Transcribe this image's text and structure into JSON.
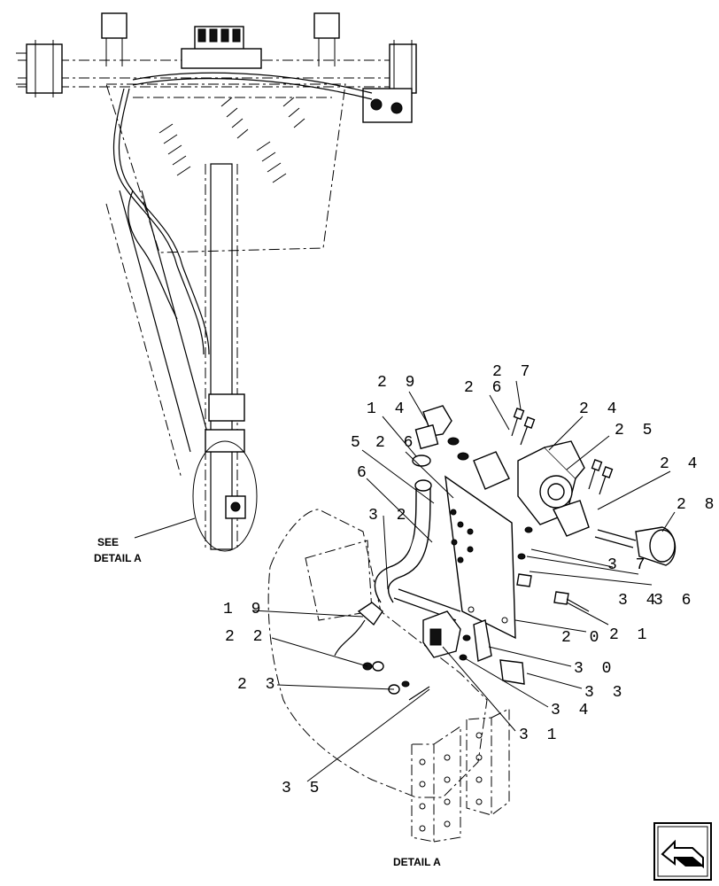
{
  "diagram": {
    "callouts": [
      {
        "id": "c27",
        "label": "2 7"
      },
      {
        "id": "c29",
        "label": "2 9"
      },
      {
        "id": "c26a",
        "label": "2 6"
      },
      {
        "id": "c24a",
        "label": "2 4"
      },
      {
        "id": "c14",
        "label": "1 4"
      },
      {
        "id": "c25",
        "label": "2 5"
      },
      {
        "id": "c5",
        "label": "5"
      },
      {
        "id": "c26b",
        "label": "2 6"
      },
      {
        "id": "c24b",
        "label": "2 4"
      },
      {
        "id": "c6",
        "label": "6"
      },
      {
        "id": "c28",
        "label": "2 8"
      },
      {
        "id": "c32",
        "label": "3 2"
      },
      {
        "id": "c37",
        "label": "3 7"
      },
      {
        "id": "c34a",
        "label": "3 4"
      },
      {
        "id": "c36",
        "label": "3 6"
      },
      {
        "id": "c19",
        "label": "1 9"
      },
      {
        "id": "c21",
        "label": "2 1"
      },
      {
        "id": "c22",
        "label": "2 2"
      },
      {
        "id": "c20",
        "label": "2 0"
      },
      {
        "id": "c30",
        "label": "3 0"
      },
      {
        "id": "c33",
        "label": "3 3"
      },
      {
        "id": "c23",
        "label": "2 3"
      },
      {
        "id": "c34b",
        "label": "3 4"
      },
      {
        "id": "c31",
        "label": "3 1"
      },
      {
        "id": "c35",
        "label": "3 5"
      }
    ],
    "see_detail_line1": "SEE",
    "see_detail_line2": "DETAIL A",
    "detail_caption": "DETAIL A"
  },
  "navigation": {
    "icon": "arrow-left-icon"
  }
}
